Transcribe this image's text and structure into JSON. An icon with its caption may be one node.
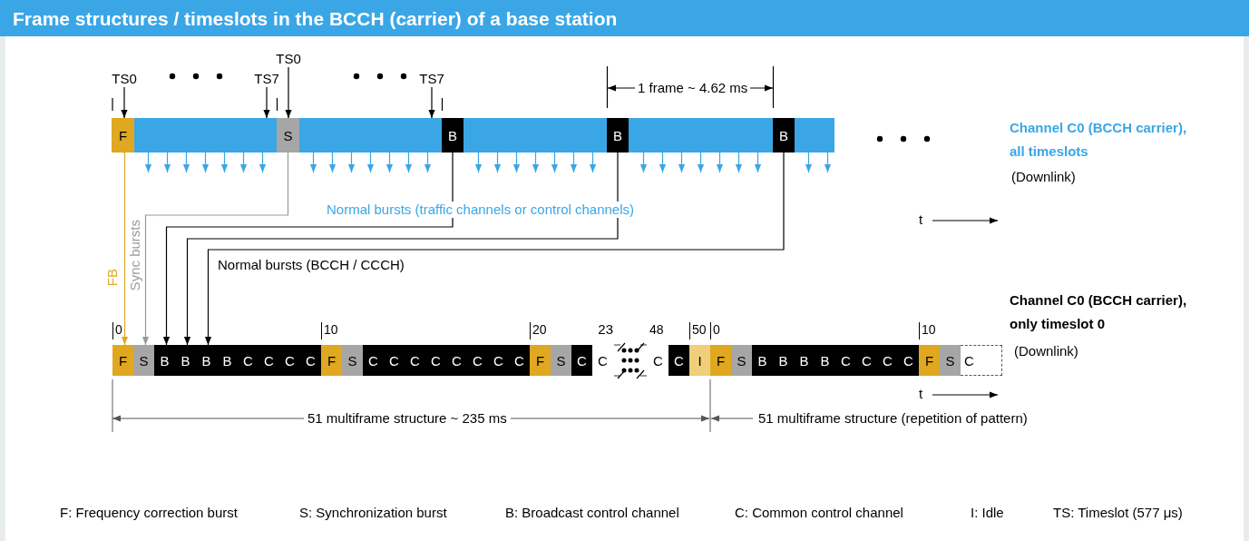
{
  "diagram": {
    "title": "Frame structures / timeslots in the BCCH (carrier) of a base station",
    "nodes": [
      {
        "text": [
          "TS0"
        ]
      },
      {
        "text": [
          "TS7"
        ]
      },
      {
        "text": [
          "TS0"
        ]
      },
      {
        "text": [
          "TS7"
        ]
      },
      {
        "text": [],
        "shape": "bar"
      },
      {
        "text": [
          "F"
        ],
        "in": 4
      },
      {
        "text": [
          "S"
        ],
        "in": 4
      },
      {
        "text": [
          "B"
        ],
        "in": 4
      },
      {
        "text": [
          "B"
        ],
        "in": 4
      },
      {
        "text": [
          "B"
        ],
        "in": 4
      },
      {
        "text": [
          "F"
        ],
        "beside": [
          "0"
        ]
      },
      {
        "text": [
          "S"
        ]
      },
      {
        "text": [
          "B"
        ]
      },
      {
        "text": [
          "B"
        ]
      },
      {
        "text": [
          "B"
        ]
      },
      {
        "text": [
          "B"
        ]
      },
      {
        "text": [
          "C"
        ]
      },
      {
        "text": [
          "C"
        ]
      },
      {
        "text": [
          "C"
        ]
      },
      {
        "text": [
          "C"
        ]
      },
      {
        "text": [
          "F"
        ],
        "beside": [
          "10"
        ]
      },
      {
        "text": [
          "S"
        ]
      },
      {
        "text": [
          "C"
        ]
      },
      {
        "text": [
          "C"
        ]
      },
      {
        "text": [
          "C"
        ]
      },
      {
        "text": [
          "C"
        ]
      },
      {
        "text": [
          "C"
        ]
      },
      {
        "text": [
          "C"
        ]
      },
      {
        "text": [
          "C"
        ]
      },
      {
        "text": [
          "C"
        ]
      },
      {
        "text": [
          "F"
        ],
        "beside": [
          "20"
        ]
      },
      {
        "text": [
          "S"
        ]
      },
      {
        "text": [
          "C"
        ]
      },
      {
        "text": [
          "C"
        ],
        "beside": [
          "23"
        ]
      },
      {
        "text": [
          "C"
        ],
        "beside": [
          "48"
        ]
      },
      {
        "text": [
          "C"
        ]
      },
      {
        "text": [
          "I"
        ],
        "beside": [
          "50"
        ]
      },
      {
        "text": [
          "F"
        ],
        "beside": [
          "0"
        ]
      },
      {
        "text": [
          "S"
        ]
      },
      {
        "text": [
          "B"
        ]
      },
      {
        "text": [
          "B"
        ]
      },
      {
        "text": [
          "B"
        ]
      },
      {
        "text": [
          "B"
        ]
      },
      {
        "text": [
          "C"
        ]
      },
      {
        "text": [
          "C"
        ]
      },
      {
        "text": [
          "C"
        ]
      },
      {
        "text": [
          "C"
        ]
      },
      {
        "text": [
          "F"
        ],
        "beside": [
          "10"
        ]
      },
      {
        "text": [
          "S"
        ]
      },
      {
        "text": [
          "C"
        ]
      }
    ],
    "edges": [
      {
        "from": 0,
        "to": 5,
        "arrow": "to",
        "color": "#000000"
      },
      {
        "from": 1,
        "to": 4,
        "arrow": "to",
        "color": "#000000"
      },
      {
        "from": 2,
        "to": 6,
        "arrow": "to",
        "color": "#000000"
      },
      {
        "from": 3,
        "to": 4,
        "arrow": "to",
        "color": "#000000"
      },
      {
        "from": 5,
        "to": 10,
        "arrow": "to",
        "label": "FB",
        "color": "#e0a820"
      },
      {
        "from": 6,
        "to": 11,
        "arrow": "to",
        "label": "Sync bursts",
        "color": "#9a9a9a"
      },
      {
        "from": 7,
        "to": 12,
        "arrow": "to",
        "color": "#000000"
      },
      {
        "from": 8,
        "to": 13,
        "arrow": "to",
        "color": "#000000"
      },
      {
        "from": 9,
        "to": 14,
        "arrow": "to",
        "color": "#000000"
      },
      {
        "from": 4,
        "to": null,
        "arrow": "to",
        "color": "#3aa6e6"
      },
      {
        "from": 4,
        "to": null,
        "arrow": "to",
        "color": "#3aa6e6"
      },
      {
        "from": 4,
        "to": null,
        "arrow": "to",
        "color": "#3aa6e6"
      },
      {
        "from": 4,
        "to": null,
        "arrow": "to",
        "color": "#3aa6e6"
      },
      {
        "from": 4,
        "to": null,
        "arrow": "to",
        "color": "#3aa6e6"
      },
      {
        "from": 4,
        "to": null,
        "arrow": "to",
        "color": "#3aa6e6"
      },
      {
        "from": 4,
        "to": null,
        "arrow": "to",
        "color": "#3aa6e6"
      },
      {
        "from": 4,
        "to": null,
        "arrow": "to",
        "color": "#3aa6e6"
      },
      {
        "from": 4,
        "to": null,
        "arrow": "to",
        "color": "#3aa6e6"
      },
      {
        "from": 4,
        "to": null,
        "arrow": "to",
        "color": "#3aa6e6"
      },
      {
        "from": 4,
        "to": null,
        "arrow": "to",
        "color": "#3aa6e6"
      },
      {
        "from": 4,
        "to": null,
        "arrow": "to",
        "color": "#3aa6e6"
      },
      {
        "from": 4,
        "to": null,
        "arrow": "to",
        "color": "#3aa6e6"
      },
      {
        "from": 4,
        "to": null,
        "arrow": "to",
        "color": "#3aa6e6"
      },
      {
        "from": 4,
        "to": null,
        "arrow": "to",
        "color": "#3aa6e6"
      },
      {
        "from": 4,
        "to": null,
        "arrow": "to",
        "color": "#3aa6e6"
      },
      {
        "from": 4,
        "to": null,
        "arrow": "to",
        "color": "#3aa6e6"
      },
      {
        "from": 4,
        "to": null,
        "arrow": "to",
        "color": "#3aa6e6"
      },
      {
        "from": 4,
        "to": null,
        "arrow": "to",
        "color": "#3aa6e6"
      },
      {
        "from": 4,
        "to": null,
        "arrow": "to",
        "color": "#3aa6e6"
      },
      {
        "from": 4,
        "to": null,
        "arrow": "to",
        "color": "#3aa6e6"
      },
      {
        "from": 4,
        "to": null,
        "arrow": "to",
        "color": "#3aa6e6"
      },
      {
        "from": 4,
        "to": null,
        "arrow": "to",
        "color": "#3aa6e6"
      },
      {
        "from": 4,
        "to": null,
        "arrow": "to",
        "color": "#3aa6e6"
      },
      {
        "from": 4,
        "to": null,
        "arrow": "to",
        "color": "#3aa6e6"
      },
      {
        "from": 4,
        "to": null,
        "arrow": "to",
        "color": "#3aa6e6"
      },
      {
        "from": 4,
        "to": null,
        "arrow": "to",
        "color": "#3aa6e6"
      },
      {
        "from": 4,
        "to": null,
        "arrow": "to",
        "color": "#3aa6e6"
      },
      {
        "from": 4,
        "to": null,
        "arrow": "to",
        "color": "#3aa6e6"
      },
      {
        "from": 4,
        "to": null,
        "arrow": "to",
        "color": "#3aa6e6"
      }
    ],
    "labels": [
      "1 frame ~ 4.62 ms",
      "Channel C0 (BCCH carrier), all timeslots",
      "(Downlink)",
      "Normal bursts (traffic channels or control channels)",
      "t",
      "Normal bursts (BCCH / CCCH)",
      "Channel C0 (BCCH carrier), only timeslot 0",
      "(Downlink)",
      "t",
      "51 multiframe structure ~ 235 ms",
      "51 multiframe structure (repetition of pattern)",
      "F: Frequency correction burst",
      "S: Synchronization burst",
      "B: Broadcast control channel",
      "C: Common control channel",
      "I: Idle",
      "TS: Timeslot (577 μs)"
    ]
  }
}
